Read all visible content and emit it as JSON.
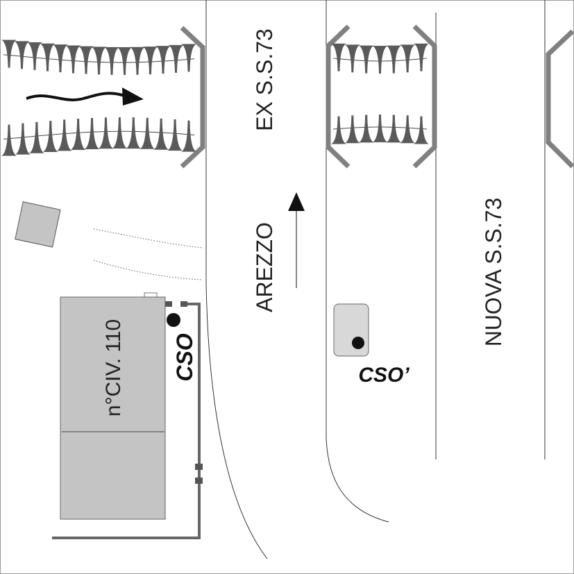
{
  "labels": {
    "ex_road": "EX S.S.73",
    "city": "AREZZO",
    "new_road": "NUOVA S.S.73",
    "building": "n°CIV. 110",
    "cso": "CSO",
    "cso_prime": "CSO’"
  },
  "colors": {
    "line": "#333333",
    "bracket": "#808080",
    "spike": "#5a5a5a",
    "building": "#c4c4c4",
    "pipe": "#666666"
  }
}
